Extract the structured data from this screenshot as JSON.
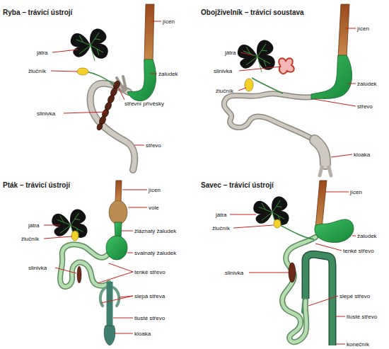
{
  "diagram": {
    "labels": [
      "Ryba – trávicí ústrojí",
      "jícen",
      "játra",
      "žlučník",
      "žaludek",
      "střevní přívěsky",
      "slinivka",
      "střevo",
      "Obojživelník – trávicí soustava",
      "jícen",
      "játra",
      "slinivka",
      "žlučník",
      "žaludek",
      "střevo",
      "kloaka",
      "Pták – trávicí ústrojí",
      "jícen",
      "vole",
      "játra",
      "žlučník",
      "žláznatý žaludek",
      "svalnatý žaludek",
      "slinivka",
      "tenké střevo",
      "slepá střeva",
      "tlusté střevo",
      "kloaka",
      "Savec – trávicí ústrojí",
      "jícen",
      "játra",
      "žlučník",
      "žaludek",
      "tenké střevo",
      "slinivka",
      "slepé střevo",
      "tlusté střevo",
      "konečník"
    ]
  }
}
